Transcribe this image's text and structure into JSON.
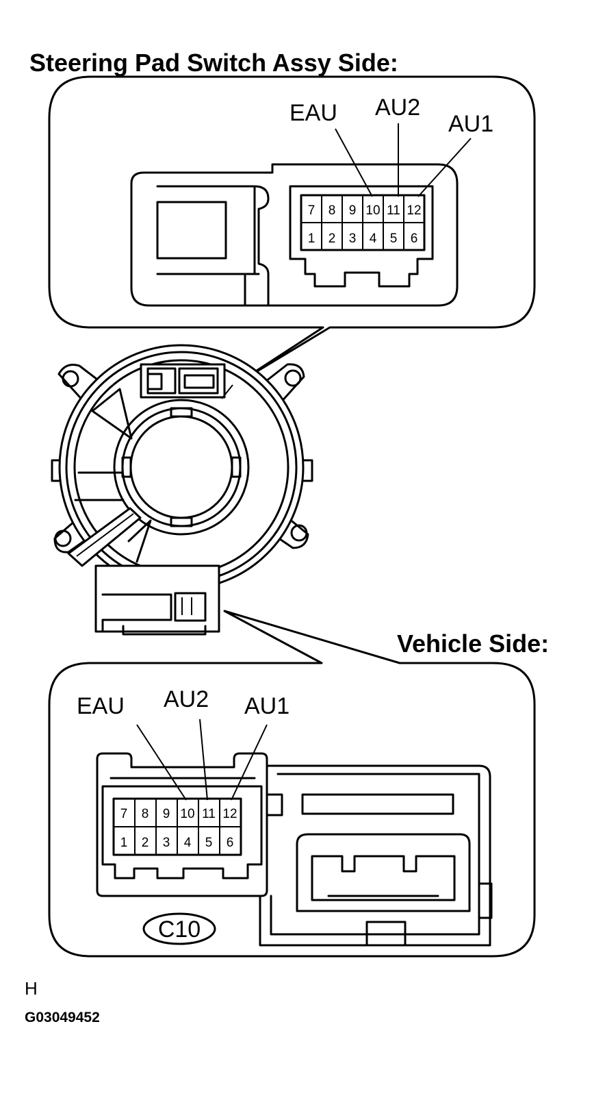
{
  "top_view": {
    "title": "Steering Pad Switch Assy Side:",
    "labels": {
      "eau": "EAU",
      "au2": "AU2",
      "au1": "AU1"
    },
    "pins_top": [
      "7",
      "8",
      "9",
      "10",
      "11",
      "12"
    ],
    "pins_bottom": [
      "1",
      "2",
      "3",
      "4",
      "5",
      "6"
    ]
  },
  "bottom_view": {
    "title": "Vehicle Side:",
    "labels": {
      "eau": "EAU",
      "au2": "AU2",
      "au1": "AU1"
    },
    "pins_top": [
      "7",
      "8",
      "9",
      "10",
      "11",
      "12"
    ],
    "pins_bottom": [
      "1",
      "2",
      "3",
      "4",
      "5",
      "6"
    ],
    "connector_code": "C10"
  },
  "footer": {
    "letter": "H",
    "figure_id": "G03049452"
  }
}
